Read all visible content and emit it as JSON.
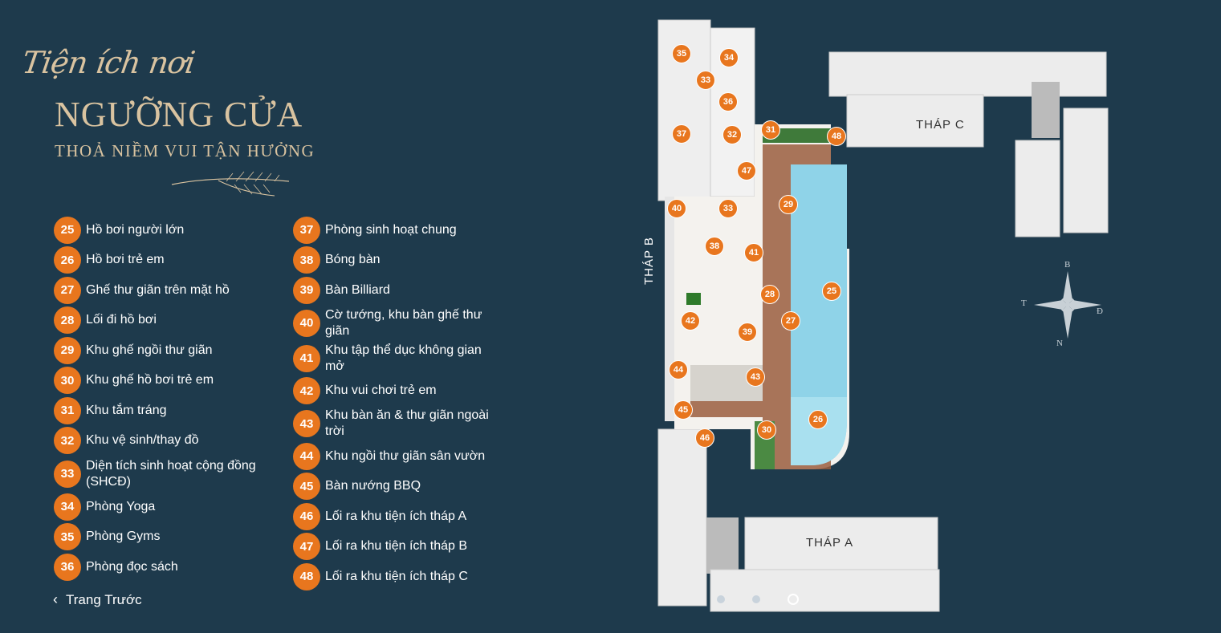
{
  "title": {
    "script": "Tiện ích nơi",
    "main": "NGƯỠNG CỬA",
    "sub": "THOẢ NIỀM VUI TẬN HƯỞNG"
  },
  "legend_left": [
    {
      "num": "25",
      "label": "Hồ bơi người lớn"
    },
    {
      "num": "26",
      "label": "Hồ bơi trẻ em"
    },
    {
      "num": "27",
      "label": "Ghế thư giãn trên mặt hồ"
    },
    {
      "num": "28",
      "label": "Lối đi hồ bơi"
    },
    {
      "num": "29",
      "label": "Khu ghế ngồi thư giãn"
    },
    {
      "num": "30",
      "label": "Khu ghế hồ bơi trẻ em"
    },
    {
      "num": "31",
      "label": "Khu tắm tráng"
    },
    {
      "num": "32",
      "label": "Khu vệ sinh/thay đồ"
    },
    {
      "num": "33",
      "label": "Diện tích sinh hoạt cộng đồng (SHCĐ)"
    },
    {
      "num": "34",
      "label": "Phòng Yoga"
    },
    {
      "num": "35",
      "label": "Phòng Gyms"
    },
    {
      "num": "36",
      "label": "Phòng đọc sách"
    }
  ],
  "legend_right": [
    {
      "num": "37",
      "label": "Phòng sinh hoạt chung"
    },
    {
      "num": "38",
      "label": "Bóng bàn"
    },
    {
      "num": "39",
      "label": "Bàn Billiard"
    },
    {
      "num": "40",
      "label": "Cờ tướng, khu bàn ghế thư giãn"
    },
    {
      "num": "41",
      "label": "Khu tập thể dục không gian mở"
    },
    {
      "num": "42",
      "label": "Khu vui chơi trẻ em"
    },
    {
      "num": "43",
      "label": "Khu bàn ăn & thư giãn ngoài trời"
    },
    {
      "num": "44",
      "label": "Khu ngồi thư giãn sân vườn"
    },
    {
      "num": "45",
      "label": "Bàn nướng BBQ"
    },
    {
      "num": "46",
      "label": "Lối ra khu tiện ích tháp A"
    },
    {
      "num": "47",
      "label": "Lối ra khu tiện ích tháp B"
    },
    {
      "num": "48",
      "label": "Lối ra khu tiện ích tháp C"
    }
  ],
  "back_label": "Trang Trước",
  "towers": {
    "a": "THÁP A",
    "b": "THÁP B",
    "c": "THÁP C"
  },
  "compass": {
    "n": "B",
    "s": "N",
    "e": "Đ",
    "w": "T"
  },
  "markers": [
    "35",
    "34",
    "33",
    "36",
    "37",
    "32",
    "31",
    "48",
    "47",
    "40",
    "33",
    "29",
    "38",
    "41",
    "28",
    "25",
    "42",
    "27",
    "39",
    "44",
    "43",
    "45",
    "26",
    "30",
    "46"
  ],
  "colors": {
    "background": "#1e3a4c",
    "accent": "#e8761e",
    "gold": "#d9c3a0"
  }
}
